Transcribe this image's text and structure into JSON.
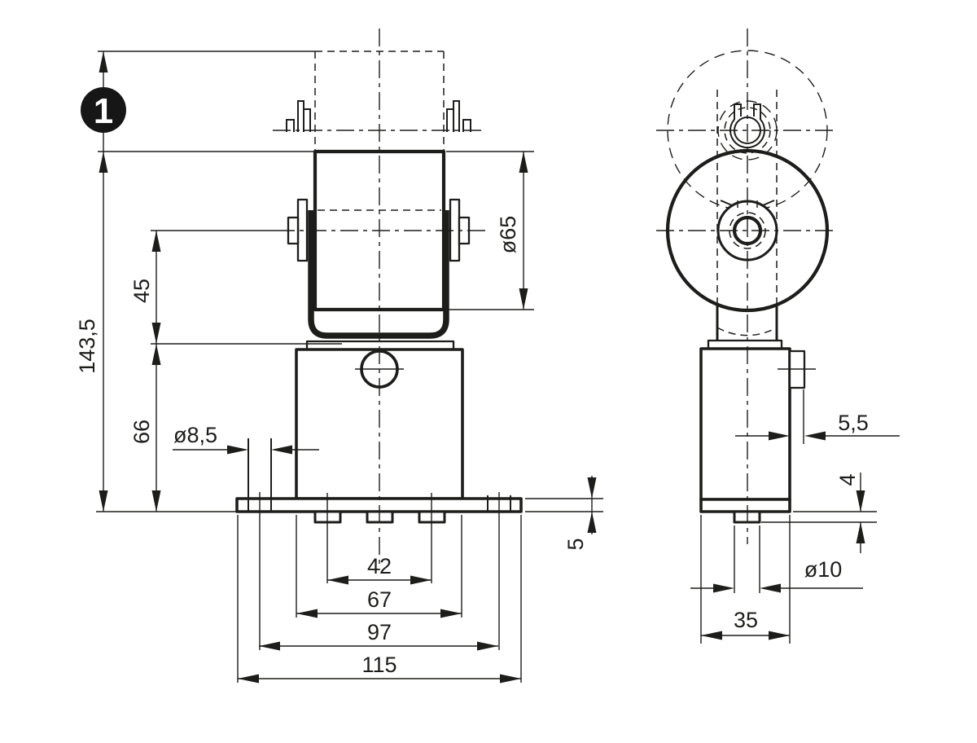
{
  "drawing": {
    "item_badge": "1",
    "front_view": {
      "dimensions": {
        "overall_height": "143,5",
        "axle_to_pivot": "45",
        "pivot_to_base": "66",
        "base_hole_diameter": "ø8,5",
        "roller_diameter": "ø65",
        "base_plate_thickness": "5",
        "pin_spacing": "42",
        "body_width": "67",
        "hole_spacing": "97",
        "base_width": "115"
      }
    },
    "side_view": {
      "dimensions": {
        "tab_offset": "5,5",
        "pin_height": "4",
        "pin_diameter": "ø10",
        "body_depth": "35"
      }
    }
  }
}
